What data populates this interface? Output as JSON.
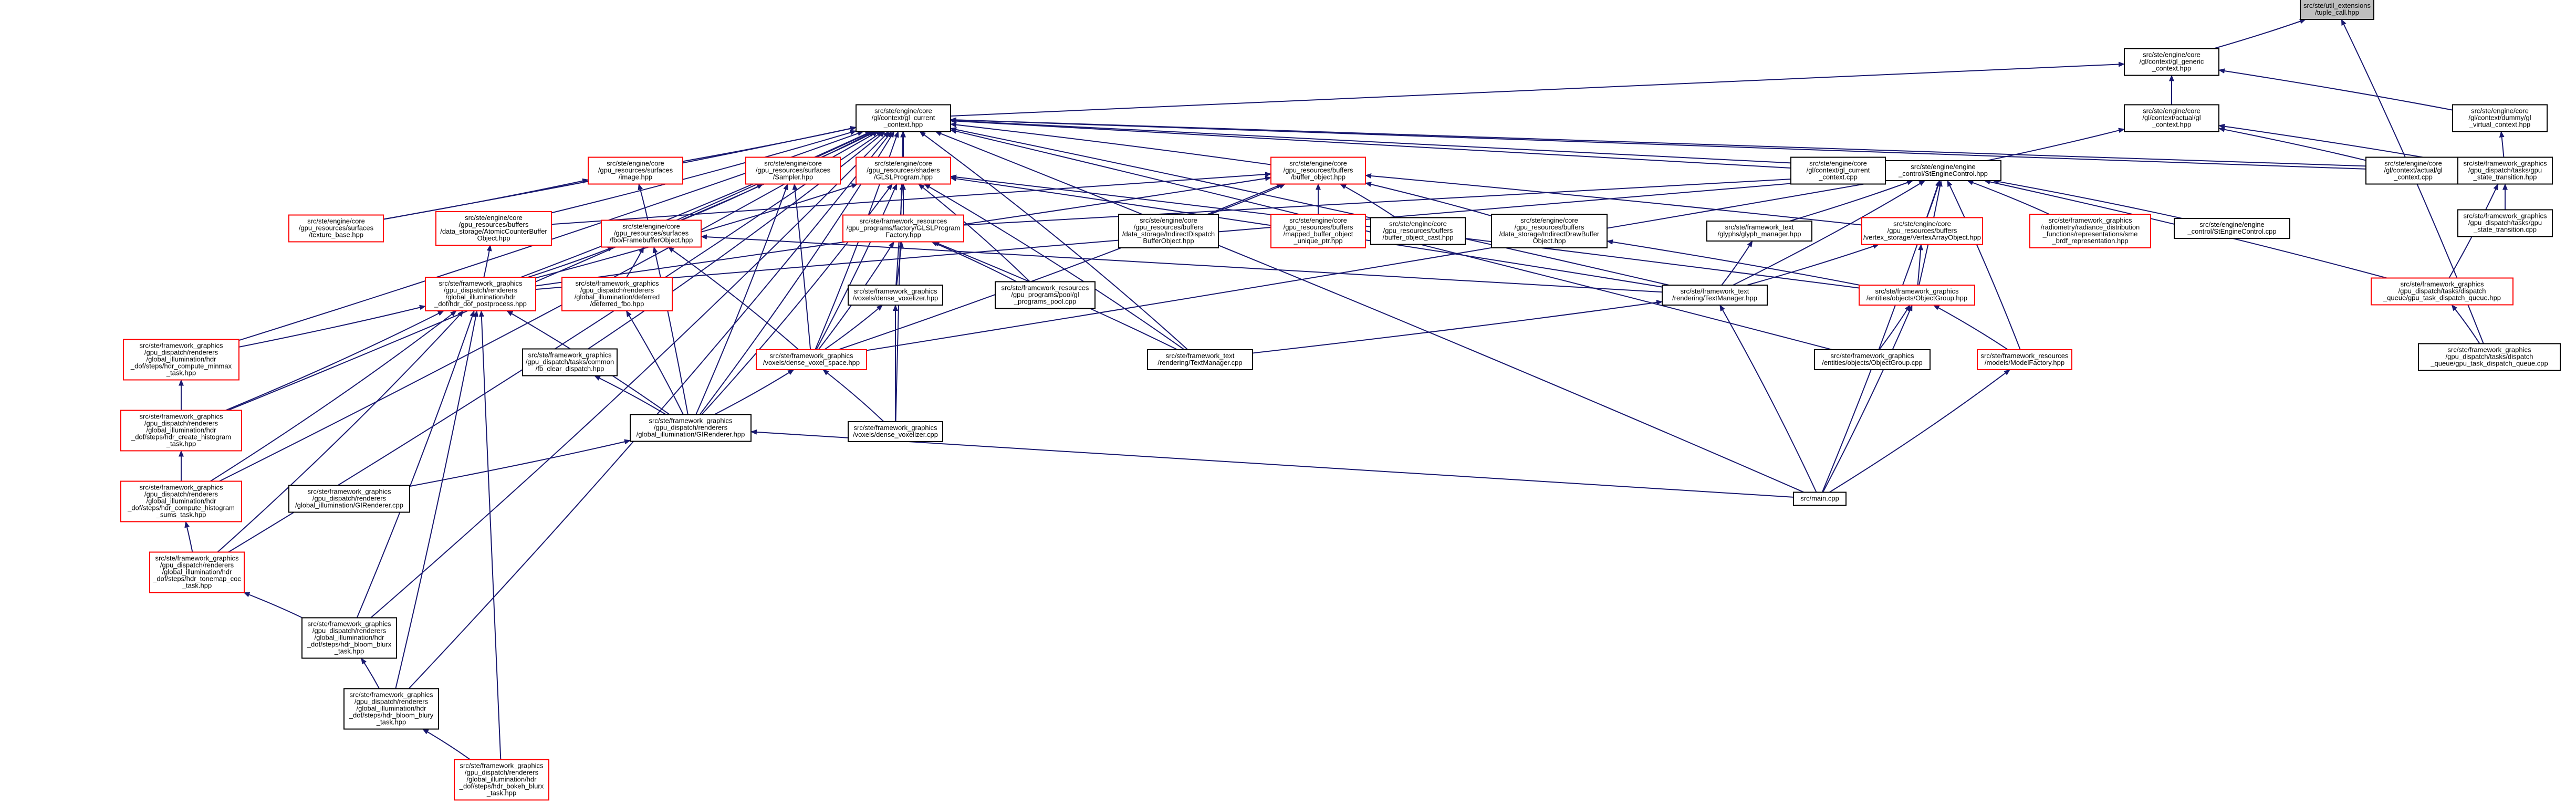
{
  "graph": {
    "colors": {
      "edge": "#191970",
      "normal_border": "#000000",
      "incomplete_border": "#ff0000",
      "root_fill": "#bfbfbf"
    },
    "nodes": [
      {
        "id": "root",
        "lines": [
          "src/ste/util_extensions",
          "/tuple_call.hpp"
        ],
        "style": "root"
      },
      {
        "id": "gl_generic",
        "lines": [
          "src/ste/engine/core",
          "/gl/context/gl_generic",
          "_context.hpp"
        ],
        "style": "normal"
      },
      {
        "id": "gl_current",
        "lines": [
          "src/ste/engine/core",
          "/gl/context/gl_current",
          "_context.hpp"
        ],
        "style": "normal"
      },
      {
        "id": "gl_actual_hpp",
        "lines": [
          "src/ste/engine/core",
          "/gl/context/actual/gl",
          "_context.hpp"
        ],
        "style": "normal"
      },
      {
        "id": "gl_dummy",
        "lines": [
          "src/ste/engine/core",
          "/gl/context/dummy/gl",
          "_virtual_context.hpp"
        ],
        "style": "normal"
      },
      {
        "id": "gl_actual_cpp",
        "lines": [
          "src/ste/engine/core",
          "/gl/context/actual/gl",
          "_context.cpp"
        ],
        "style": "normal"
      },
      {
        "id": "gpu_state_transition_hpp",
        "lines": [
          "src/ste/framework_graphics",
          "/gpu_dispatch/tasks/gpu",
          "_state_transition.hpp"
        ],
        "style": "normal"
      },
      {
        "id": "gpu_state_transition_cpp",
        "lines": [
          "src/ste/framework_graphics",
          "/gpu_dispatch/tasks/gpu",
          "_state_transition.cpp"
        ],
        "style": "normal"
      },
      {
        "id": "ste_engine_control_hpp",
        "lines": [
          "src/ste/engine/engine",
          "_control/StEngineControl.hpp"
        ],
        "style": "normal"
      },
      {
        "id": "ste_engine_control_cpp",
        "lines": [
          "src/ste/engine/engine",
          "_control/StEngineControl.cpp"
        ],
        "style": "normal"
      },
      {
        "id": "gl_current_cpp",
        "lines": [
          "src/ste/engine/core",
          "/gl/context/gl_current",
          "_context.cpp"
        ],
        "style": "normal"
      },
      {
        "id": "gpu_task_dispatch_queue_hpp",
        "lines": [
          "src/ste/framework_graphics",
          "/gpu_dispatch/tasks/dispatch",
          "_queue/gpu_task_dispatch_queue.hpp"
        ],
        "style": "red"
      },
      {
        "id": "gpu_task_dispatch_queue_cpp",
        "lines": [
          "src/ste/framework_graphics",
          "/gpu_dispatch/tasks/dispatch",
          "_queue/gpu_task_dispatch_queue.cpp"
        ],
        "style": "normal"
      },
      {
        "id": "image_hpp",
        "lines": [
          "src/ste/engine/core",
          "/gpu_resources/surfaces",
          "/image.hpp"
        ],
        "style": "red"
      },
      {
        "id": "sampler_hpp",
        "lines": [
          "src/ste/engine/core",
          "/gpu_resources/surfaces",
          "/Sampler.hpp"
        ],
        "style": "red"
      },
      {
        "id": "glsl_program_hpp",
        "lines": [
          "src/ste/engine/core",
          "/gpu_resources/shaders",
          "/GLSLProgram.hpp"
        ],
        "style": "red"
      },
      {
        "id": "buffer_object_hpp",
        "lines": [
          "src/ste/engine/core",
          "/gpu_resources/buffers",
          "/buffer_object.hpp"
        ],
        "style": "red"
      },
      {
        "id": "texture_base_hpp",
        "lines": [
          "src/ste/engine/core",
          "/gpu_resources/surfaces",
          "/texture_base.hpp"
        ],
        "style": "red"
      },
      {
        "id": "atomic_counter_hpp",
        "lines": [
          "src/ste/engine/core",
          "/gpu_resources/buffers",
          "/data_storage/AtomicCounterBuffer",
          "Object.hpp"
        ],
        "style": "red"
      },
      {
        "id": "glsl_program_factory_hpp",
        "lines": [
          "src/ste/framework_resources",
          "/gpu_programs/factory/GLSLProgram",
          "Factory.hpp"
        ],
        "style": "red"
      },
      {
        "id": "indirect_dispatch_hpp",
        "lines": [
          "src/ste/engine/core",
          "/gpu_resources/buffers",
          "/data_storage/IndirectDispatch",
          "BufferObject.hpp"
        ],
        "style": "normal"
      },
      {
        "id": "mapped_buffer_hpp",
        "lines": [
          "src/ste/engine/core",
          "/gpu_resources/buffers",
          "/mapped_buffer_object",
          "_unique_ptr.hpp"
        ],
        "style": "red"
      },
      {
        "id": "buffer_object_cast_hpp",
        "lines": [
          "src/ste/engine/core",
          "/gpu_resources/buffers",
          "/buffer_object_cast.hpp"
        ],
        "style": "normal"
      },
      {
        "id": "indirect_draw_hpp",
        "lines": [
          "src/ste/engine/core",
          "/gpu_resources/buffers",
          "/data_storage/IndirectDrawBuffer",
          "Object.hpp"
        ],
        "style": "normal"
      },
      {
        "id": "glyph_manager_hpp",
        "lines": [
          "src/ste/framework_text",
          "/glyphs/glyph_manager.hpp"
        ],
        "style": "normal"
      },
      {
        "id": "vertex_array_hpp",
        "lines": [
          "src/ste/engine/core",
          "/gpu_resources/buffers",
          "/vertex_storage/VertexArrayObject.hpp"
        ],
        "style": "red"
      },
      {
        "id": "radiometry_hpp",
        "lines": [
          "src/ste/framework_graphics",
          "/radiometry/radiance_distribution",
          "_functions/representations/sme",
          "_brdf_representation.hpp"
        ],
        "style": "red"
      },
      {
        "id": "framebuffer_hpp",
        "lines": [
          "src/ste/engine/core",
          "/gpu_resources/surfaces",
          "/fbo/FramebufferObject.hpp"
        ],
        "style": "red"
      },
      {
        "id": "hdr_dof_bokeh_hpp",
        "lines": [
          "src/ste/framework_graphics",
          "/gpu_dispatch/renderers",
          "/global_illumination/hdr",
          "_dof/hdr_dof_postprocess.hpp"
        ],
        "style": "red"
      },
      {
        "id": "deferred_fbo_hpp",
        "lines": [
          "src/ste/framework_graphics",
          "/gpu_dispatch/renderers",
          "/global_illumination/deferred",
          "/deferred_fbo.hpp"
        ],
        "style": "red"
      },
      {
        "id": "dense_voxelizer_hpp",
        "lines": [
          "src/ste/framework_graphics",
          "/voxels/dense_voxelizer.hpp"
        ],
        "style": "normal"
      },
      {
        "id": "gpu_programs_pool_cpp",
        "lines": [
          "src/ste/framework_resources",
          "/gpu_programs/pool/gl",
          "_programs_pool.cpp"
        ],
        "style": "normal"
      },
      {
        "id": "text_manager_hpp",
        "lines": [
          "src/ste/framework_text",
          "/rendering/TextManager.hpp"
        ],
        "style": "normal"
      },
      {
        "id": "object_group_hpp",
        "lines": [
          "src/ste/framework_graphics",
          "/entities/objects/ObjectGroup.hpp"
        ],
        "style": "red"
      },
      {
        "id": "hdr_minmax_hpp",
        "lines": [
          "src/ste/framework_graphics",
          "/gpu_dispatch/renderers",
          "/global_illumination/hdr",
          "_dof/steps/hdr_compute_minmax",
          "_task.hpp"
        ],
        "style": "red"
      },
      {
        "id": "fb_clear_dispatch_hpp",
        "lines": [
          "src/ste/framework_graphics",
          "/gpu_dispatch/tasks/common",
          "/fb_clear_dispatch.hpp"
        ],
        "style": "normal"
      },
      {
        "id": "dense_voxel_space_hpp",
        "lines": [
          "src/ste/framework_graphics",
          "/voxels/dense_voxel_space.hpp"
        ],
        "style": "red"
      },
      {
        "id": "text_manager_cpp",
        "lines": [
          "src/ste/framework_text",
          "/rendering/TextManager.cpp"
        ],
        "style": "normal"
      },
      {
        "id": "object_group_cpp",
        "lines": [
          "src/ste/framework_graphics",
          "/entities/objects/ObjectGroup.cpp"
        ],
        "style": "normal"
      },
      {
        "id": "model_factory_hpp",
        "lines": [
          "src/ste/framework_resources",
          "/models/ModelFactory.hpp"
        ],
        "style": "red"
      },
      {
        "id": "hdr_create_histogram_hpp",
        "lines": [
          "src/ste/framework_graphics",
          "/gpu_dispatch/renderers",
          "/global_illumination/hdr",
          "_dof/steps/hdr_create_histogram",
          "_task.hpp"
        ],
        "style": "red"
      },
      {
        "id": "gi_renderer_hpp",
        "lines": [
          "src/ste/framework_graphics",
          "/gpu_dispatch/renderers",
          "/global_illumination/GIRenderer.hpp"
        ],
        "style": "normal"
      },
      {
        "id": "dense_voxelizer_cpp",
        "lines": [
          "src/ste/framework_graphics",
          "/voxels/dense_voxelizer.cpp"
        ],
        "style": "normal"
      },
      {
        "id": "gi_renderer_cpp",
        "lines": [
          "src/ste/framework_graphics",
          "/gpu_dispatch/renderers",
          "/global_illumination/GIRenderer.cpp"
        ],
        "style": "normal"
      },
      {
        "id": "main_cpp",
        "lines": [
          "src/main.cpp"
        ],
        "style": "normal"
      },
      {
        "id": "hdr_histogram_sums_hpp",
        "lines": [
          "src/ste/framework_graphics",
          "/gpu_dispatch/renderers",
          "/global_illumination/hdr",
          "_dof/steps/hdr_compute_histogram",
          "_sums_task.hpp"
        ],
        "style": "red"
      },
      {
        "id": "hdr_tonemap_hpp",
        "lines": [
          "src/ste/framework_graphics",
          "/gpu_dispatch/renderers",
          "/global_illumination/hdr",
          "_dof/steps/hdr_tonemap_coc",
          "_task.hpp"
        ],
        "style": "red"
      },
      {
        "id": "hdr_bloom_blurx_hpp",
        "lines": [
          "src/ste/framework_graphics",
          "/gpu_dispatch/renderers",
          "/global_illumination/hdr",
          "_dof/steps/hdr_bloom_blurx",
          "_task.hpp"
        ],
        "style": "normal"
      },
      {
        "id": "hdr_bloom_blury_hpp",
        "lines": [
          "src/ste/framework_graphics",
          "/gpu_dispatch/renderers",
          "/global_illumination/hdr",
          "_dof/steps/hdr_bloom_blury",
          "_task.hpp"
        ],
        "style": "normal"
      },
      {
        "id": "hdr_bokeh_blurx_hpp",
        "lines": [
          "src/ste/framework_graphics",
          "/gpu_dispatch/renderers",
          "/global_illumination/hdr",
          "_dof/steps/hdr_bokeh_blurx",
          "_task.hpp"
        ],
        "style": "red"
      }
    ],
    "edges": [
      [
        "gl_generic",
        "root"
      ],
      [
        "gl_current",
        "gl_generic"
      ],
      [
        "gl_actual_hpp",
        "gl_generic"
      ],
      [
        "gl_dummy",
        "gl_generic"
      ],
      [
        "gl_actual_cpp",
        "gl_actual_hpp"
      ],
      [
        "gpu_state_transition_hpp",
        "gl_actual_hpp"
      ],
      [
        "ste_engine_control_hpp",
        "gl_actual_hpp"
      ],
      [
        "gpu_state_transition_hpp",
        "gl_dummy"
      ],
      [
        "gpu_state_transition_cpp",
        "gpu_state_transition_hpp"
      ],
      [
        "gpu_task_dispatch_queue_hpp",
        "gpu_state_transition_hpp"
      ],
      [
        "gpu_task_dispatch_queue_cpp",
        "gpu_task_dispatch_queue_hpp"
      ],
      [
        "gpu_task_dispatch_queue_cpp",
        "root"
      ],
      [
        "image_hpp",
        "gl_current"
      ],
      [
        "sampler_hpp",
        "gl_current"
      ],
      [
        "glsl_program_hpp",
        "gl_current"
      ],
      [
        "buffer_object_hpp",
        "gl_current"
      ],
      [
        "gl_current_cpp",
        "gl_current"
      ],
      [
        "ste_engine_control_hpp",
        "gl_current"
      ],
      [
        "gl_actual_cpp",
        "gl_current"
      ],
      [
        "gpu_state_transition_hpp",
        "gl_current"
      ],
      [
        "texture_base_hpp",
        "gl_current"
      ],
      [
        "framebuffer_hpp",
        "gl_current"
      ],
      [
        "atomic_counter_hpp",
        "gl_current"
      ],
      [
        "hdr_dof_bokeh_hpp",
        "gl_current"
      ],
      [
        "hdr_minmax_hpp",
        "gl_current"
      ],
      [
        "hdr_create_histogram_hpp",
        "gl_current"
      ],
      [
        "hdr_histogram_sums_hpp",
        "gl_current"
      ],
      [
        "hdr_tonemap_hpp",
        "gl_current"
      ],
      [
        "hdr_bloom_blurx_hpp",
        "gl_current"
      ],
      [
        "hdr_bloom_blury_hpp",
        "gl_current"
      ],
      [
        "text_manager_hpp",
        "gl_current"
      ],
      [
        "object_group_cpp",
        "gl_current"
      ],
      [
        "dense_voxel_space_hpp",
        "gl_current"
      ],
      [
        "gi_renderer_hpp",
        "gl_current"
      ],
      [
        "fb_clear_dispatch_hpp",
        "gl_current"
      ],
      [
        "text_manager_cpp",
        "gl_current"
      ],
      [
        "dense_voxelizer_cpp",
        "gl_current"
      ],
      [
        "main_cpp",
        "gl_current"
      ],
      [
        "texture_base_hpp",
        "image_hpp"
      ],
      [
        "framebuffer_hpp",
        "image_hpp"
      ],
      [
        "framebuffer_hpp",
        "sampler_hpp"
      ],
      [
        "dense_voxel_space_hpp",
        "sampler_hpp"
      ],
      [
        "gi_renderer_hpp",
        "sampler_hpp"
      ],
      [
        "glsl_program_factory_hpp",
        "glsl_program_hpp"
      ],
      [
        "hdr_dof_bokeh_hpp",
        "glsl_program_hpp"
      ],
      [
        "dense_voxelizer_hpp",
        "glsl_program_hpp"
      ],
      [
        "text_manager_hpp",
        "glsl_program_hpp"
      ],
      [
        "object_group_hpp",
        "glsl_program_hpp"
      ],
      [
        "dense_voxel_space_hpp",
        "glsl_program_hpp"
      ],
      [
        "gi_renderer_hpp",
        "glsl_program_hpp"
      ],
      [
        "gpu_programs_pool_cpp",
        "glsl_program_hpp"
      ],
      [
        "text_manager_cpp",
        "glsl_program_hpp"
      ],
      [
        "indirect_dispatch_hpp",
        "buffer_object_hpp"
      ],
      [
        "mapped_buffer_hpp",
        "buffer_object_hpp"
      ],
      [
        "buffer_object_cast_hpp",
        "buffer_object_hpp"
      ],
      [
        "indirect_draw_hpp",
        "buffer_object_hpp"
      ],
      [
        "atomic_counter_hpp",
        "buffer_object_hpp"
      ],
      [
        "vertex_array_hpp",
        "buffer_object_hpp"
      ],
      [
        "hdr_dof_bokeh_hpp",
        "buffer_object_hpp"
      ],
      [
        "dense_voxel_space_hpp",
        "buffer_object_hpp"
      ],
      [
        "glyph_manager_hpp",
        "ste_engine_control_hpp"
      ],
      [
        "vertex_array_hpp",
        "ste_engine_control_hpp"
      ],
      [
        "radiometry_hpp",
        "ste_engine_control_hpp"
      ],
      [
        "ste_engine_control_cpp",
        "ste_engine_control_hpp"
      ],
      [
        "text_manager_hpp",
        "ste_engine_control_hpp"
      ],
      [
        "object_group_hpp",
        "ste_engine_control_hpp"
      ],
      [
        "model_factory_hpp",
        "ste_engine_control_hpp"
      ],
      [
        "main_cpp",
        "ste_engine_control_hpp"
      ],
      [
        "glsl_program_factory_hpp",
        "ste_engine_control_hpp"
      ],
      [
        "hdr_dof_bokeh_hpp",
        "ste_engine_control_hpp"
      ],
      [
        "dense_voxel_space_hpp",
        "ste_engine_control_hpp"
      ],
      [
        "gpu_task_dispatch_queue_hpp",
        "ste_engine_control_hpp"
      ],
      [
        "deferred_fbo_hpp",
        "framebuffer_hpp"
      ],
      [
        "hdr_dof_bokeh_hpp",
        "framebuffer_hpp"
      ],
      [
        "gi_renderer_hpp",
        "framebuffer_hpp"
      ],
      [
        "text_manager_hpp",
        "framebuffer_hpp"
      ],
      [
        "dense_voxel_space_hpp",
        "framebuffer_hpp"
      ],
      [
        "hdr_dof_bokeh_hpp",
        "atomic_counter_hpp"
      ],
      [
        "gi_renderer_hpp",
        "deferred_fbo_hpp"
      ],
      [
        "dense_voxelizer_hpp",
        "glsl_program_factory_hpp"
      ],
      [
        "gpu_programs_pool_cpp",
        "glsl_program_factory_hpp"
      ],
      [
        "text_manager_cpp",
        "glsl_program_factory_hpp"
      ],
      [
        "dense_voxel_space_hpp",
        "glsl_program_factory_hpp"
      ],
      [
        "object_group_hpp",
        "indirect_draw_hpp"
      ],
      [
        "text_manager_hpp",
        "glyph_manager_hpp"
      ],
      [
        "object_group_hpp",
        "vertex_array_hpp"
      ],
      [
        "text_manager_hpp",
        "vertex_array_hpp"
      ],
      [
        "dense_voxel_space_hpp",
        "dense_voxelizer_hpp"
      ],
      [
        "dense_voxelizer_cpp",
        "dense_voxelizer_hpp"
      ],
      [
        "text_manager_cpp",
        "text_manager_hpp"
      ],
      [
        "main_cpp",
        "text_manager_hpp"
      ],
      [
        "object_group_cpp",
        "object_group_hpp"
      ],
      [
        "model_factory_hpp",
        "object_group_hpp"
      ],
      [
        "main_cpp",
        "object_group_hpp"
      ],
      [
        "main_cpp",
        "model_factory_hpp"
      ],
      [
        "gi_renderer_hpp",
        "hdr_dof_bokeh_hpp"
      ],
      [
        "hdr_minmax_hpp",
        "hdr_dof_bokeh_hpp"
      ],
      [
        "hdr_create_histogram_hpp",
        "hdr_dof_bokeh_hpp"
      ],
      [
        "hdr_histogram_sums_hpp",
        "hdr_dof_bokeh_hpp"
      ],
      [
        "hdr_tonemap_hpp",
        "hdr_dof_bokeh_hpp"
      ],
      [
        "hdr_bloom_blurx_hpp",
        "hdr_dof_bokeh_hpp"
      ],
      [
        "hdr_bloom_blury_hpp",
        "hdr_dof_bokeh_hpp"
      ],
      [
        "hdr_bokeh_blurx_hpp",
        "hdr_dof_bokeh_hpp"
      ],
      [
        "hdr_create_histogram_hpp",
        "hdr_minmax_hpp"
      ],
      [
        "hdr_histogram_sums_hpp",
        "hdr_create_histogram_hpp"
      ],
      [
        "hdr_tonemap_hpp",
        "hdr_histogram_sums_hpp"
      ],
      [
        "hdr_bloom_blurx_hpp",
        "hdr_tonemap_hpp"
      ],
      [
        "hdr_bloom_blury_hpp",
        "hdr_bloom_blurx_hpp"
      ],
      [
        "hdr_bokeh_blurx_hpp",
        "hdr_bloom_blury_hpp"
      ],
      [
        "gi_renderer_hpp",
        "fb_clear_dispatch_hpp"
      ],
      [
        "gi_renderer_hpp",
        "dense_voxel_space_hpp"
      ],
      [
        "dense_voxelizer_cpp",
        "dense_voxel_space_hpp"
      ],
      [
        "gi_renderer_cpp",
        "gi_renderer_hpp"
      ],
      [
        "main_cpp",
        "gi_renderer_hpp"
      ]
    ]
  }
}
